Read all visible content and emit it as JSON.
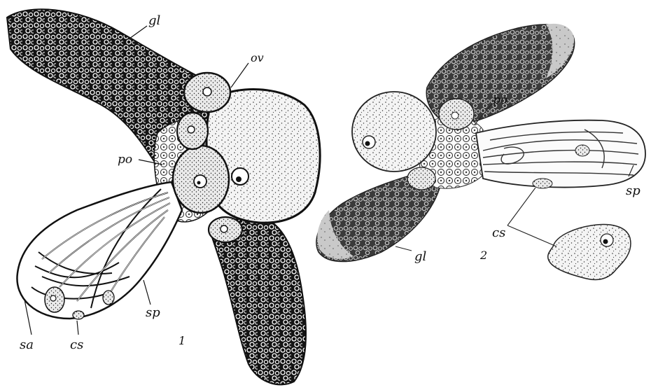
{
  "figure1": {
    "number": "1",
    "labels": {
      "gl": "gl",
      "ov": "ov",
      "po": "po",
      "sp": "sp",
      "sa": "sa",
      "cs": "cs"
    }
  },
  "figure2": {
    "number": "2",
    "labels": {
      "po": "po",
      "sp": "sp",
      "cs": "cs",
      "gl": "gl"
    }
  },
  "colors": {
    "ink": "#111111",
    "background": "#ffffff",
    "stipple_fill": "#f2f2f2",
    "gland_fill": "#1a1a1a",
    "gland_pale": "#bdbdbd"
  }
}
